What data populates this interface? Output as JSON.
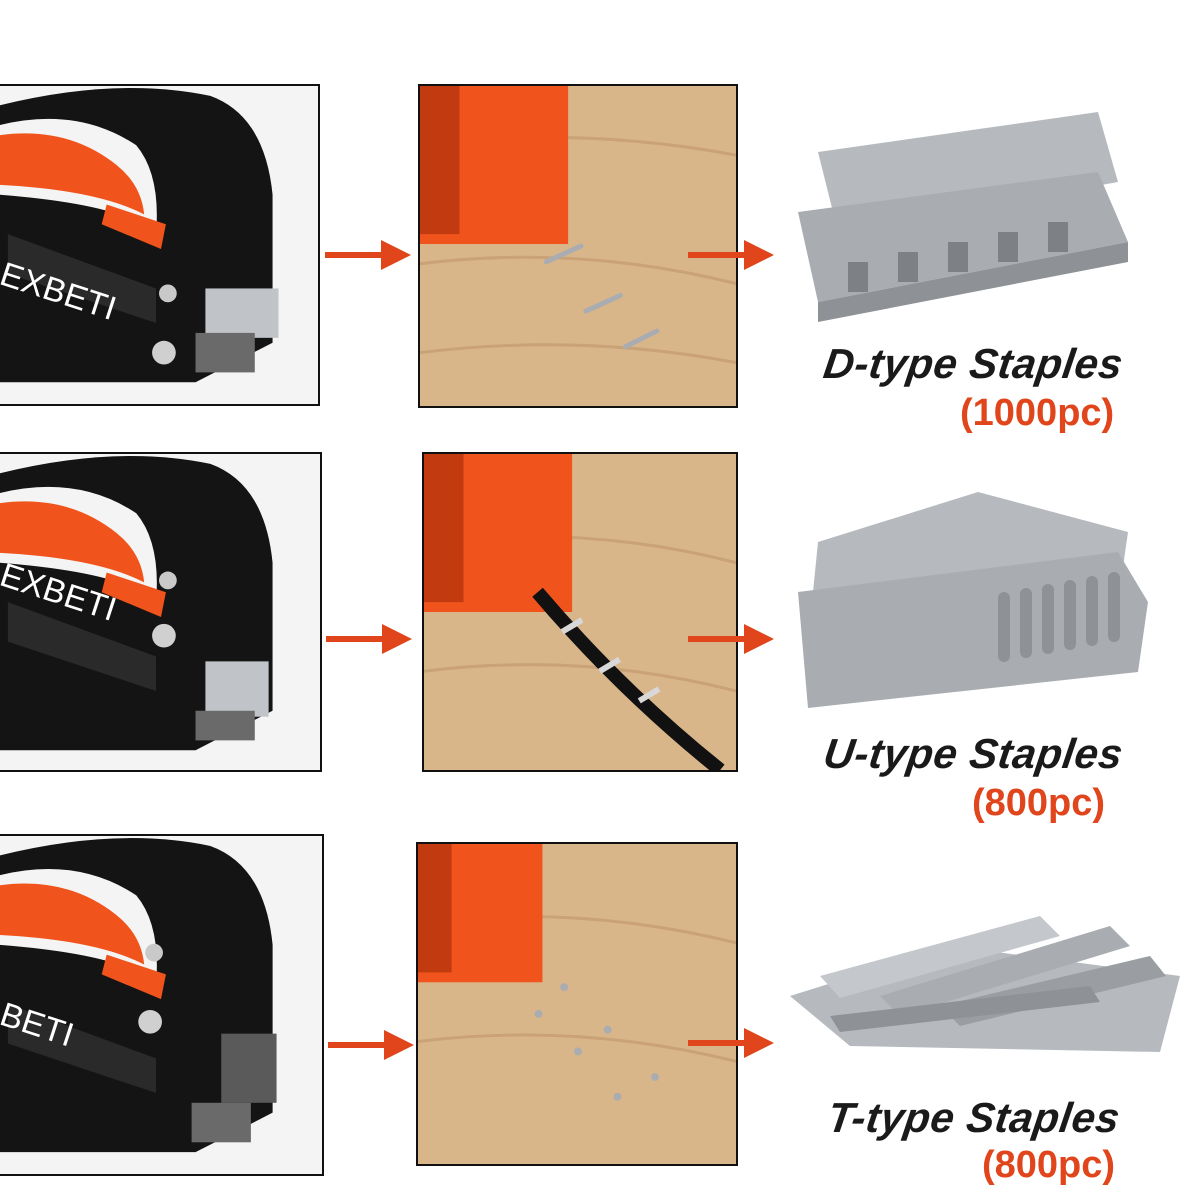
{
  "brand_text": "EXBETI",
  "colors": {
    "accent": "#e0451b",
    "tool_body": "#141414",
    "tool_orange": "#f0541c",
    "wood": "#d9b58a",
    "steel": "#a9adb1"
  },
  "rows": [
    {
      "type_label": "D-type Staples",
      "count_label": "(1000pc)",
      "brand_label": "EXBETI"
    },
    {
      "type_label": "U-type Staples",
      "count_label": "(800pc)",
      "brand_label": "EXBETI"
    },
    {
      "type_label": "T-type Staples",
      "count_label": "(800pc)",
      "brand_label": "BETI"
    }
  ]
}
